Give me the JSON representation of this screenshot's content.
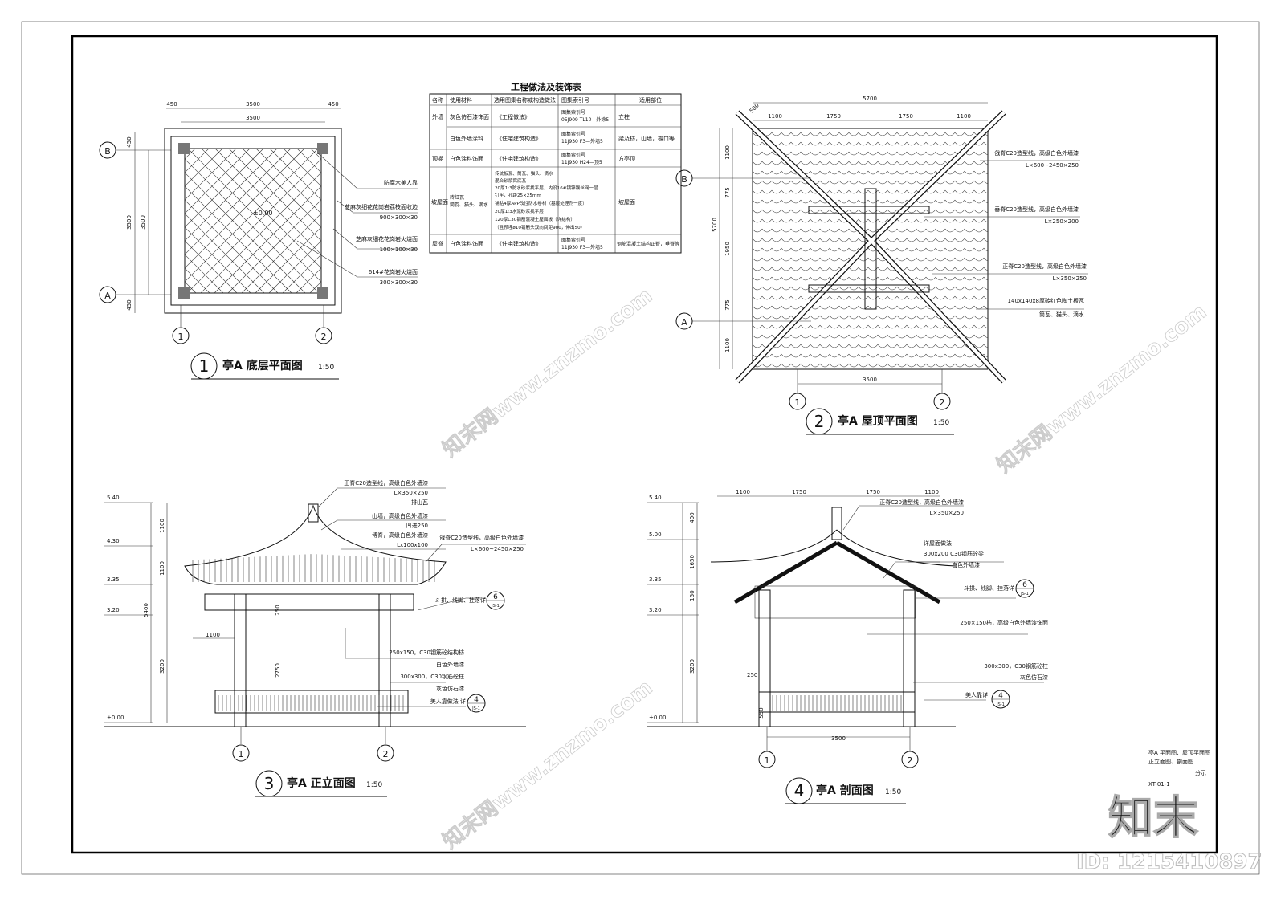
{
  "table": {
    "title": "工程做法及装饰表",
    "headers": [
      "名称",
      "使用材料",
      "选用图集名称或构造做法",
      "图集索引号",
      "适用部位"
    ],
    "rows": [
      {
        "name": "外墙",
        "material": "灰色仿石漆饰面",
        "method": "《工程做法》",
        "index": "图集索引号 05J909 TL10—外涂5",
        "part": "立柱"
      },
      {
        "name": "",
        "material": "白色外墙涂料",
        "method": "《住宅建筑构造》",
        "index": "图集索引号 11J930 F3—外墙5",
        "part": "梁及枋，山墙，檐口等"
      },
      {
        "name": "顶棚",
        "material": "白色涂料饰面",
        "method": "《住宅建筑构造》",
        "index": "图集索引号 11J930 H24—顶5",
        "part": "方亭顶"
      },
      {
        "name": "坡屋面",
        "material": "砖红瓦 筒瓦、猫头、滴水",
        "method": [
          "传统板瓦、筒瓦、猫头、滴水",
          "混合砂浆窝底瓦",
          "20厚1:3防水砂浆找平层，内设16#镀锌钢丝网一层",
          "钉牢，孔距25×25mm",
          "铺贴4厚APP改性防水卷材（基层处理剂一度）",
          "20厚1:3水泥砂浆找平层",
          "120厚C30钢筋混凝土屋面板（详结构）",
          "（且预埋ø10钢筋头双向间距900，伸出50）"
        ],
        "index": "",
        "part": "坡屋面"
      },
      {
        "name": "屋脊",
        "material": "白色涂料饰面",
        "method": "《住宅建筑构造》",
        "index": "图集索引号 11J930 F3—外墙5",
        "part": "钢筋混凝土结构正脊，垂脊等"
      }
    ]
  },
  "plan": {
    "title": "亭A 底层平面图",
    "scale": "1:50",
    "number": "1",
    "dims_top": [
      "450",
      "3500",
      "450"
    ],
    "dim_top_total": "3500",
    "dims_left": [
      "450",
      "3500",
      "450"
    ],
    "dim_left_total": "3500",
    "level": "±0.00",
    "axes": [
      "A",
      "B",
      "1",
      "2"
    ],
    "notes": [
      {
        "text": "防腐木美人靠",
        "sub": ""
      },
      {
        "text": "芝麻灰细花花岗岩荔枝面收边",
        "sub": "900×300×30"
      },
      {
        "text": "芝麻灰细花花岗岩火烧面",
        "sub": "100×100×30"
      },
      {
        "text": "614#花岗岩火烧面",
        "sub": "300×300×30"
      }
    ]
  },
  "roof_plan": {
    "title": "亭A 屋顶平面图",
    "scale": "1:50",
    "number": "2",
    "dim_top_total": "5700",
    "dims_top": [
      "1100",
      "1750",
      "1750",
      "1100"
    ],
    "dim_corner": "500",
    "dims_left": [
      "1100",
      "775",
      "1950",
      "775",
      "1100"
    ],
    "dim_left_total": "5700",
    "dim_bottom": "3500",
    "notes": [
      {
        "text": "戗脊C20造型线，高级白色外墙漆",
        "sub": "L×600~2450×250"
      },
      {
        "text": "垂脊C20造型线，高级白色外墙漆",
        "sub": "L×250×200"
      },
      {
        "text": "正脊C20造型线，高级白色外墙漆",
        "sub": "L×350×250"
      },
      {
        "text": "140x140x8厚砖红色陶土板瓦",
        "sub": "筒瓦、猫头、滴水"
      }
    ]
  },
  "elevation": {
    "title": "亭A 正立面图",
    "scale": "1:50",
    "number": "3",
    "levels": [
      "5.40",
      "4.30",
      "3.35",
      "3.20",
      "±0.00"
    ],
    "dims_left": [
      "1100",
      "1100",
      "3200"
    ],
    "dim_left_total": "5400",
    "dim_1100": "1100",
    "dim_2750": "2750",
    "dim_250": "250",
    "notes": [
      {
        "text": "正脊C20造型线，高级白色外墙漆",
        "sub": "L×350×250"
      },
      {
        "text": "排山瓦",
        "sub": ""
      },
      {
        "text": "山墙，高级白色外墙漆",
        "sub": ""
      },
      {
        "text": "凹进250",
        "sub": ""
      },
      {
        "text": "博脊，高级白色外墙漆",
        "sub": "Lx100x100"
      },
      {
        "text": "戗脊C20造型线，高级白色外墙漆",
        "sub": "L×600~2450×250"
      },
      {
        "text": "斗拱、线脚、挂落详",
        "sub": ""
      },
      {
        "text": "250x150，C30钢筋砼结构枋",
        "sub": "白色外墙漆"
      },
      {
        "text": "300x300，C30钢筋砼柱",
        "sub": "灰色仿石漆"
      },
      {
        "text": "美人靠做法 详",
        "sub": ""
      }
    ],
    "callouts": [
      {
        "num": "6",
        "ref": "JS-1"
      },
      {
        "num": "4",
        "ref": "JS-1"
      }
    ]
  },
  "section": {
    "title": "亭A 剖面图",
    "scale": "1:50",
    "number": "4",
    "levels": [
      "5.40",
      "5.00",
      "3.35",
      "3.20",
      "±0.00"
    ],
    "dims_top": [
      "1100",
      "1750",
      "1750",
      "1100"
    ],
    "dims_left": [
      "400",
      "1650",
      "150",
      "3200"
    ],
    "dim_bottom": "3500",
    "dim_250": "250",
    "dim_550": "550",
    "notes": [
      {
        "text": "正脊C20造型线，高级白色外墙漆",
        "sub": "L×350×250"
      },
      {
        "text": "详屋面做法",
        "sub": ""
      },
      {
        "text": "300x200 C30钢筋砼梁",
        "sub": "白色外墙漆"
      },
      {
        "text": "斗拱、线脚、挂落详",
        "sub": ""
      },
      {
        "text": "250×150枋，高级白色外墙漆饰面",
        "sub": ""
      },
      {
        "text": "300x300，C30钢筋砼柱",
        "sub": "灰色仿石漆"
      },
      {
        "text": "美人靠详",
        "sub": ""
      }
    ],
    "callouts": [
      {
        "num": "6",
        "ref": "JS-1"
      },
      {
        "num": "4",
        "ref": "JS-1"
      }
    ]
  },
  "title_block": {
    "line1": "亭A 平面图、屋顶平面图",
    "line2": "正立面图、剖面图",
    "line3": "分示",
    "drawing_no": "XT-01-1"
  },
  "watermark": {
    "site": "知末网www.znzmo.com",
    "logo": "知末",
    "id": "ID: 1215410897"
  }
}
